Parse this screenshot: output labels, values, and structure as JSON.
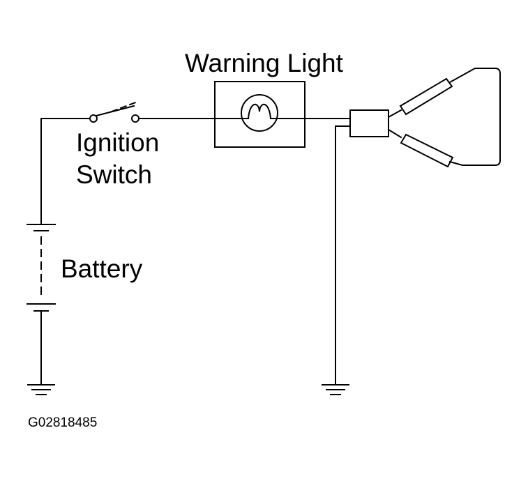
{
  "labels": {
    "warning_light": "Warning Light",
    "ignition_line1": "Ignition",
    "ignition_line2": "Switch",
    "battery": "Battery",
    "figure_code": "G02818485"
  },
  "colors": {
    "ink": "#000000",
    "background": "#ffffff"
  }
}
